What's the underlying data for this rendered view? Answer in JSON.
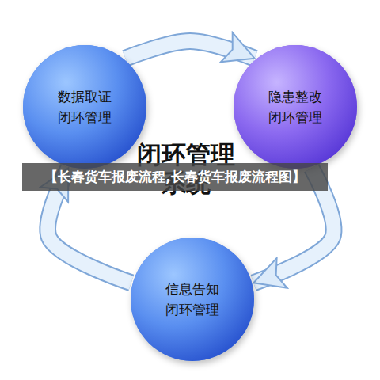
{
  "diagram": {
    "title": "闭环管理系统",
    "nodes": [
      {
        "text": [
          "数据取证 闭环管理"
        ]
      },
      {
        "text": [
          "隐患整改 闭环管理"
        ]
      },
      {
        "text": [
          "信息告知 闭环管理"
        ]
      }
    ],
    "edges": [
      {
        "from": 0,
        "to": 1,
        "arrow": "to"
      },
      {
        "from": 1,
        "to": 2,
        "arrow": "to"
      },
      {
        "from": 2,
        "to": 0,
        "arrow": "to"
      }
    ],
    "labels": [
      "【长春货车报废流程,长春货车报废流程图】"
    ]
  }
}
